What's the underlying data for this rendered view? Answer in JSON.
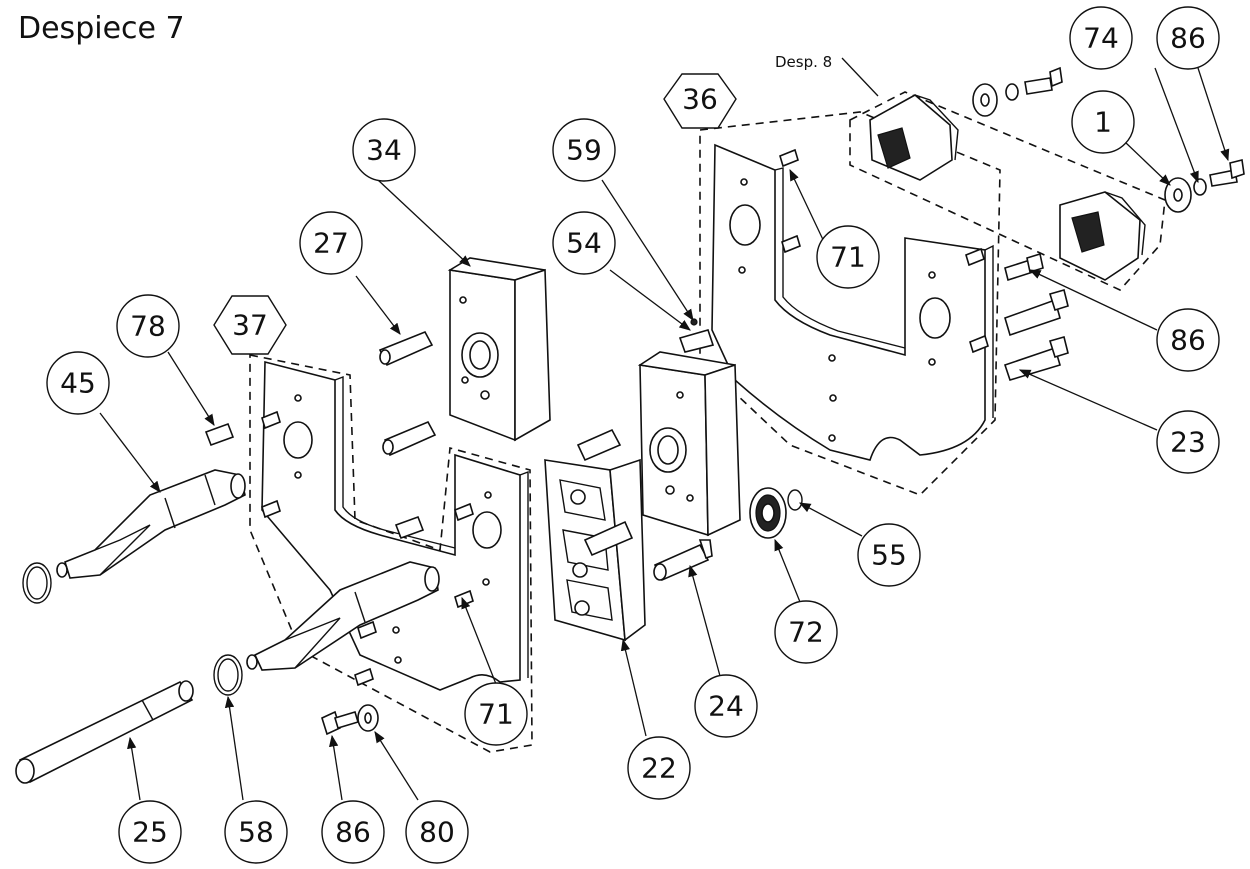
{
  "title": "Despiece 7",
  "reference_label": "Desp. 8",
  "callouts": {
    "c1": "1",
    "c22": "22",
    "c23": "23",
    "c24": "24",
    "c25": "25",
    "c27": "27",
    "c34": "34",
    "c36": "36",
    "c37": "37",
    "c45": "45",
    "c54": "54",
    "c55": "55",
    "c58": "58",
    "c59": "59",
    "c71a": "71",
    "c71b": "71",
    "c72": "72",
    "c74": "74",
    "c78": "78",
    "c80": "80",
    "c86a": "86",
    "c86b": "86",
    "c86c": "86"
  }
}
